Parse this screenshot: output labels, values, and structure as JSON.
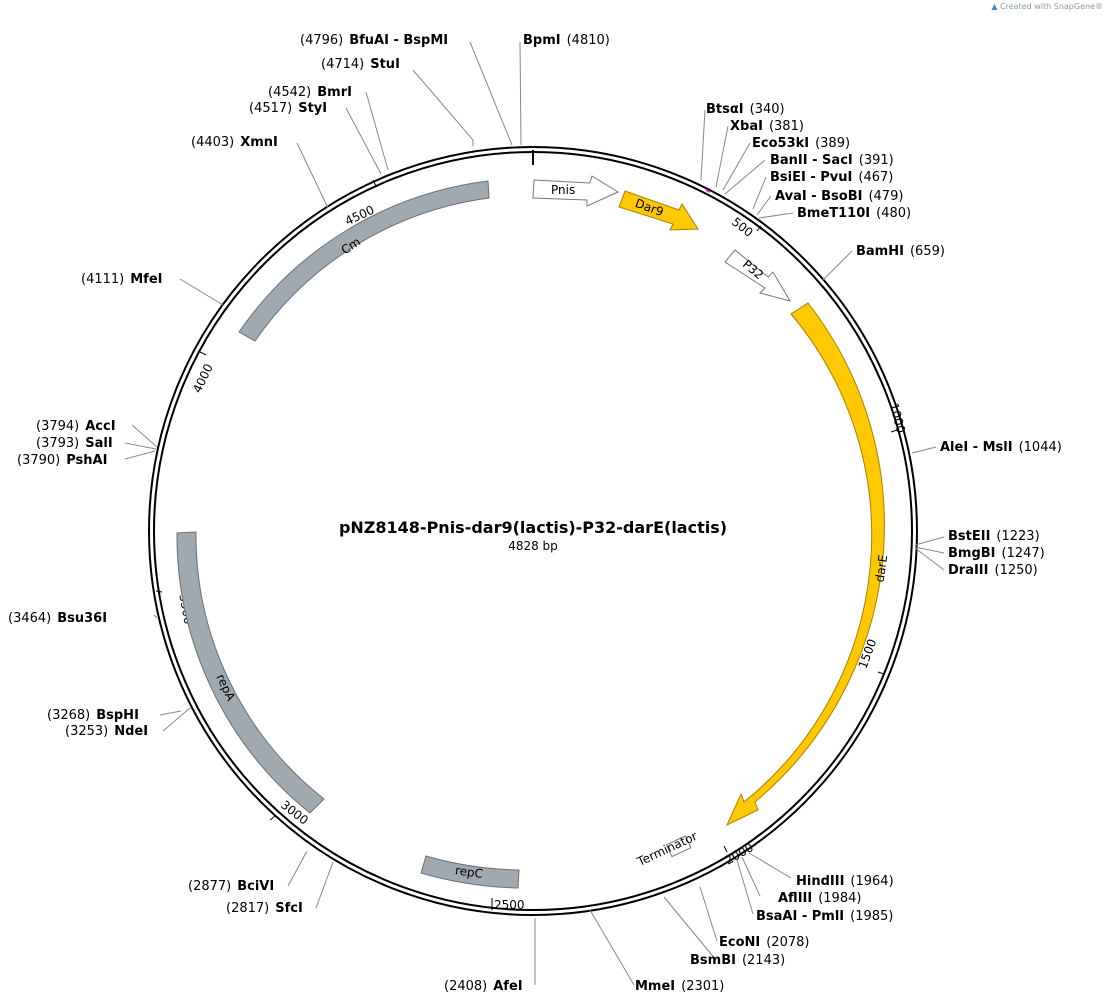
{
  "credit": "Created with SnapGene®",
  "plasmid": {
    "name": "pNZ8148-Pnis-dar9(lactis)-P32-darE(lactis)",
    "length_label": "4828 bp",
    "length": 4828
  },
  "ticks": [
    "500",
    "1000",
    "1500",
    "2000",
    "2500",
    "3000",
    "3500",
    "4000",
    "4500"
  ],
  "features": [
    {
      "label": "Pnis",
      "color": "#ffffff"
    },
    {
      "label": "Dar9",
      "color": "#ffc800"
    },
    {
      "label": "P32",
      "color": "#ffffff"
    },
    {
      "label": "darE",
      "color": "#ffc800"
    },
    {
      "label": "Terminator",
      "color": "#ffffff"
    },
    {
      "label": "repC",
      "color": "#a0a8b0"
    },
    {
      "label": "repA",
      "color": "#a0a8b0"
    },
    {
      "label": "Cm",
      "color": "#a0a8b0"
    }
  ],
  "sites": [
    {
      "pos": "(4796)",
      "name": "BfuAI - BspMI"
    },
    {
      "pos": "(4810)",
      "name": "BpmI"
    },
    {
      "pos": "(4714)",
      "name": "StuI"
    },
    {
      "pos": "(4542)",
      "name": "BmrI"
    },
    {
      "pos": "(4517)",
      "name": "StyI"
    },
    {
      "pos": "(4403)",
      "name": "XmnI"
    },
    {
      "pos": "(4111)",
      "name": "MfeI"
    },
    {
      "pos": "(3794)",
      "name": "AccI"
    },
    {
      "pos": "(3793)",
      "name": "SalI"
    },
    {
      "pos": "(3790)",
      "name": "PshAI"
    },
    {
      "pos": "(3464)",
      "name": "Bsu36I"
    },
    {
      "pos": "(3268)",
      "name": "BspHI"
    },
    {
      "pos": "(3253)",
      "name": "NdeI"
    },
    {
      "pos": "(2877)",
      "name": "BciVI"
    },
    {
      "pos": "(2817)",
      "name": "SfcI"
    },
    {
      "pos": "(2408)",
      "name": "AfeI"
    },
    {
      "pos": "(2301)",
      "name": "MmeI"
    },
    {
      "pos": "(2143)",
      "name": "BsmBI"
    },
    {
      "pos": "(2078)",
      "name": "EcoNI"
    },
    {
      "pos": "(1985)",
      "name": "BsaAI - PmlI"
    },
    {
      "pos": "(1984)",
      "name": "AflIII"
    },
    {
      "pos": "(1964)",
      "name": "HindIII"
    },
    {
      "pos": "(1250)",
      "name": "DraIII"
    },
    {
      "pos": "(1247)",
      "name": "BmgBI"
    },
    {
      "pos": "(1223)",
      "name": "BstEII"
    },
    {
      "pos": "(1044)",
      "name": "AleI - MslI"
    },
    {
      "pos": "(659)",
      "name": "BamHI"
    },
    {
      "pos": "(480)",
      "name": "BmeT110I"
    },
    {
      "pos": "(479)",
      "name": "AvaI - BsoBI"
    },
    {
      "pos": "(467)",
      "name": "BsiEI - PvuI"
    },
    {
      "pos": "(391)",
      "name": "BanII - SacI"
    },
    {
      "pos": "(389)",
      "name": "Eco53kI"
    },
    {
      "pos": "(381)",
      "name": "XbaI"
    },
    {
      "pos": "(340)",
      "name": "BtsαI"
    }
  ]
}
